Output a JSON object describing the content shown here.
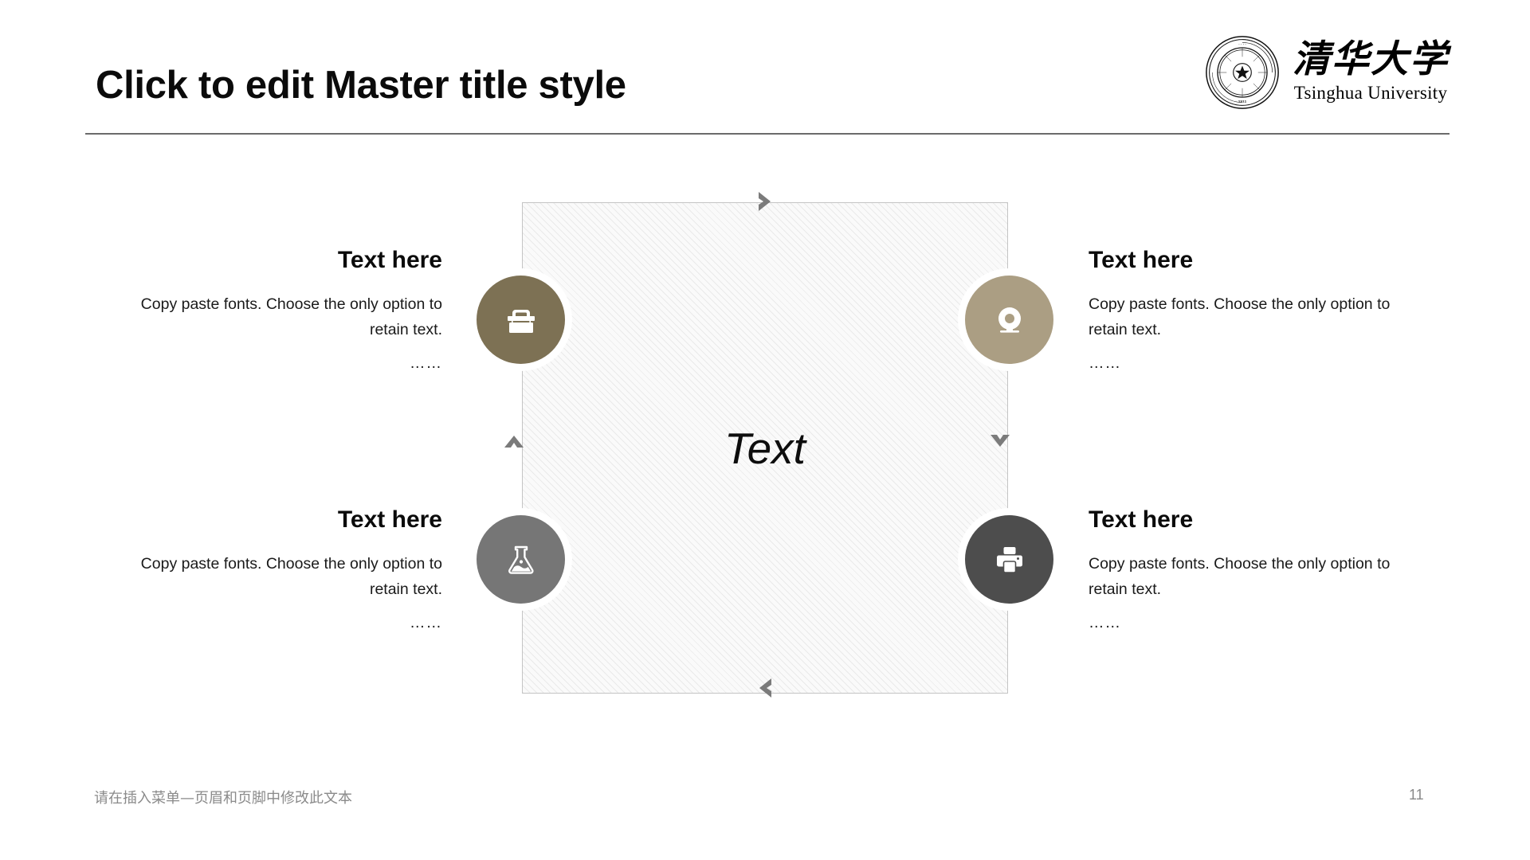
{
  "slide": {
    "title": "Click to edit Master title style",
    "center_label": "Text",
    "footer_text": "请在插入菜单—页眉和页脚中修改此文本",
    "page_number": "11"
  },
  "logo": {
    "seal_icon": "tsinghua-seal-icon",
    "chinese_name": "清华大学",
    "english_name": "Tsinghua University"
  },
  "arrows": [
    {
      "name": "arrow-top",
      "direction": "right",
      "glyph": "›"
    },
    {
      "name": "arrow-right",
      "direction": "down",
      "glyph": "⌄"
    },
    {
      "name": "arrow-bottom",
      "direction": "left",
      "glyph": "‹"
    },
    {
      "name": "arrow-left",
      "direction": "up",
      "glyph": "⌃"
    }
  ],
  "quadrants": [
    {
      "position": "top-left",
      "icon": "toolbox-icon",
      "circle_color": "#7d7154",
      "heading": "Text here",
      "body": "Copy paste fonts. Choose the only option to retain text.",
      "dots": "……"
    },
    {
      "position": "top-right",
      "icon": "webcam-icon",
      "circle_color": "#ab9e83",
      "heading": "Text here",
      "body": "Copy paste fonts. Choose the only option to retain text.",
      "dots": "……"
    },
    {
      "position": "bottom-left",
      "icon": "flask-icon",
      "circle_color": "#767676",
      "heading": "Text here",
      "body": "Copy paste fonts. Choose the only option to retain text.",
      "dots": "……"
    },
    {
      "position": "bottom-right",
      "icon": "printer-icon",
      "circle_color": "#4d4d4d",
      "heading": "Text here",
      "body": "Copy paste fonts. Choose the only option to retain text.",
      "dots": "……"
    }
  ],
  "colors": {
    "title_rule": "#6b6b6b",
    "box_border": "#c4c4c4",
    "arrow": "#7b7b7b",
    "footer": "#8a8a8a"
  }
}
